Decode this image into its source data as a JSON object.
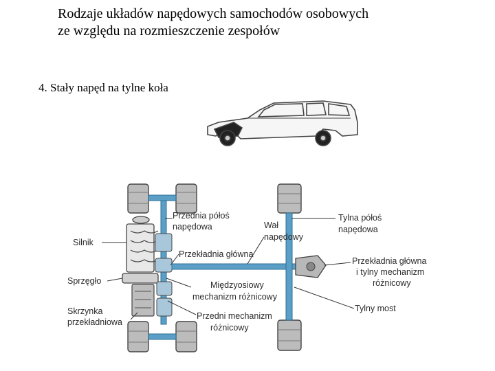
{
  "title_line1": "Rodzaje układów napędowych samochodów osobowych",
  "title_line2": "ze względu na rozmieszczenie zespołów",
  "subtitle": "4. Stały napęd na tylne koła",
  "labels": {
    "przednia_polos_1": "Przednia półoś",
    "przednia_polos_2": "napędowa",
    "silnik": "Silnik",
    "sprzeglo": "Sprzęgło",
    "skrzynka_1": "Skrzynka",
    "skrzynka_2": "przekładniowa",
    "wal_1": "Wał",
    "wal_2": "napędowy",
    "przekladnia_glowna": "Przekładnia główna",
    "miedzyosiowy_1": "Międzyosiowy",
    "miedzyosiowy_2": "mechanizm różnicowy",
    "przedni_mech_1": "Przedni mechanizm",
    "przedni_mech_2": "różnicowy",
    "tylna_polos_1": "Tylna półoś",
    "tylna_polos_2": "napędowa",
    "tylna_przekladnia_1": "Przekładnia główna",
    "tylna_przekladnia_2": "i tylny mechanizm",
    "tylna_przekladnia_3": "różnicowy",
    "tylny_most": "Tylny most"
  },
  "colors": {
    "shaft_blue": "#5b9fc7",
    "leader": "#333333",
    "drawing": "#555555"
  }
}
